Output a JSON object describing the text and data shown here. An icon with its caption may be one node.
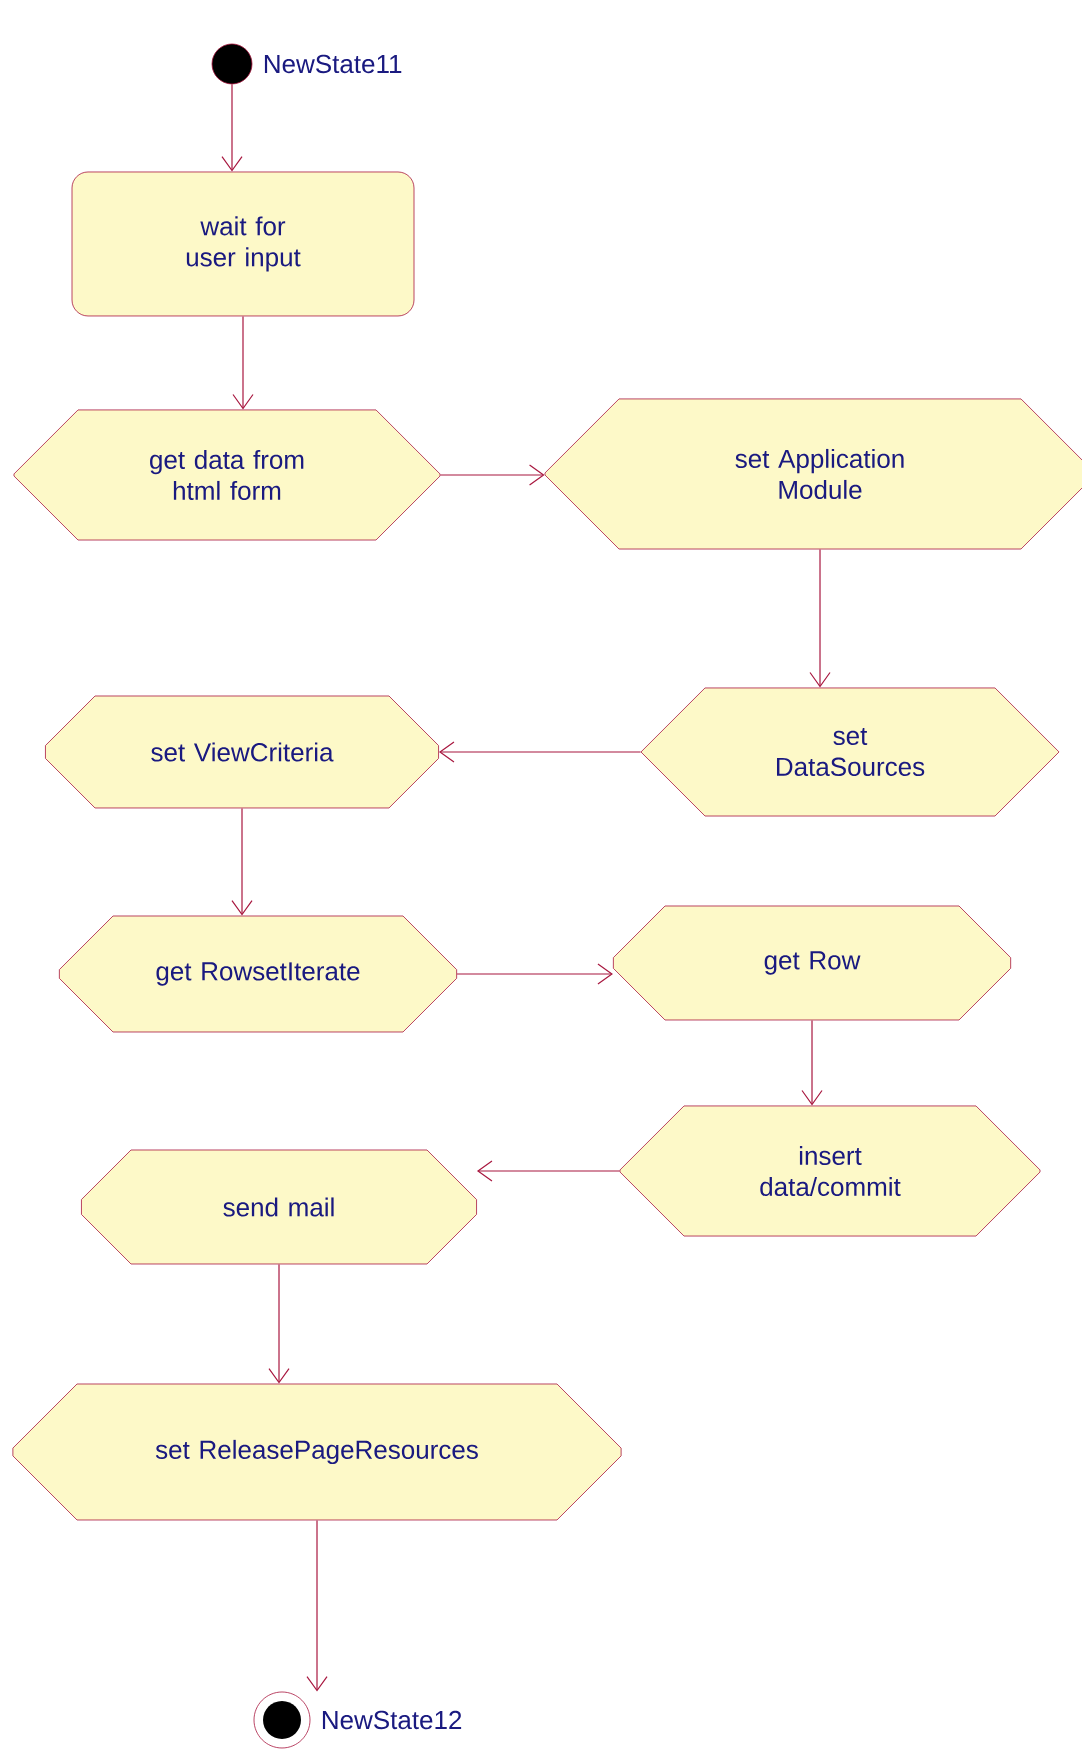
{
  "diagram": {
    "nodes": [
      {
        "text": [],
        "shape": "circle",
        "beside": [
          "NewState11"
        ]
      },
      {
        "text": [
          "wait for user input"
        ]
      },
      {
        "text": [
          "get data from html form"
        ]
      },
      {
        "text": [
          "set Application Module"
        ]
      },
      {
        "text": [
          "set DataSources"
        ]
      },
      {
        "text": [
          "set ViewCriteria"
        ]
      },
      {
        "text": [
          "get RowsetIterate"
        ]
      },
      {
        "text": [
          "get Row"
        ]
      },
      {
        "text": [
          "insert data/commit"
        ]
      },
      {
        "text": [
          "send mail"
        ]
      },
      {
        "text": [
          "set ReleasePageResources"
        ]
      },
      {
        "text": [],
        "shape": "circle",
        "beside": [
          "NewState12"
        ]
      }
    ],
    "edges": [
      {
        "from": 0,
        "to": 1,
        "arrow": "to"
      },
      {
        "from": 1,
        "to": 2,
        "arrow": "to"
      },
      {
        "from": 2,
        "to": 3,
        "arrow": "to"
      },
      {
        "from": 3,
        "to": 4,
        "arrow": "to"
      },
      {
        "from": 4,
        "to": 5,
        "arrow": "to"
      },
      {
        "from": 5,
        "to": 6,
        "arrow": "to"
      },
      {
        "from": 6,
        "to": 7,
        "arrow": "to"
      },
      {
        "from": 7,
        "to": 8,
        "arrow": "to"
      },
      {
        "from": 8,
        "to": 9,
        "arrow": "to"
      },
      {
        "from": 9,
        "to": 10,
        "arrow": "to"
      },
      {
        "from": 10,
        "to": 11,
        "arrow": "to"
      }
    ]
  }
}
